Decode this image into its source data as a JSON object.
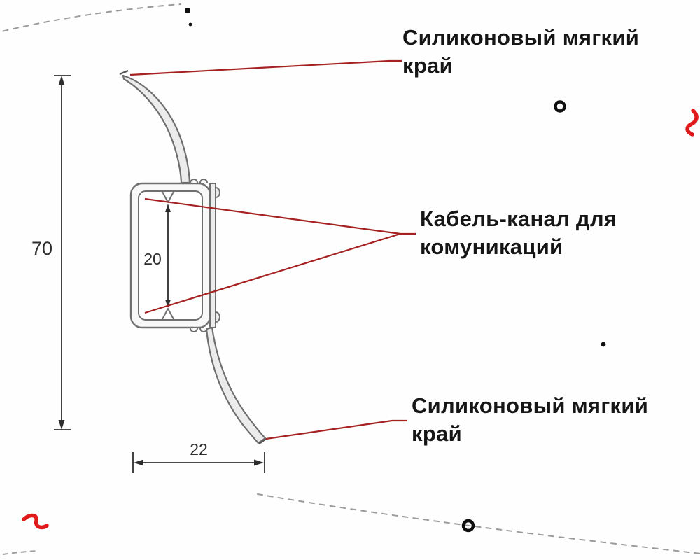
{
  "annotations": {
    "top_edge_label": "Силиконовый мягкий край",
    "cable_channel_label": "Кабель-канал для комуникаций",
    "bottom_edge_label": "Силиконовый мягкий край"
  },
  "dimensions": {
    "total_height_mm": "70",
    "channel_height_mm": "20",
    "base_depth_mm": "22"
  },
  "colors": {
    "leader_red": "#a62121",
    "squiggle_red": "#e01a1a",
    "profile_outline": "#6f6f6f",
    "dimension_dark": "#2e2e2e",
    "label_text": "#161616"
  }
}
